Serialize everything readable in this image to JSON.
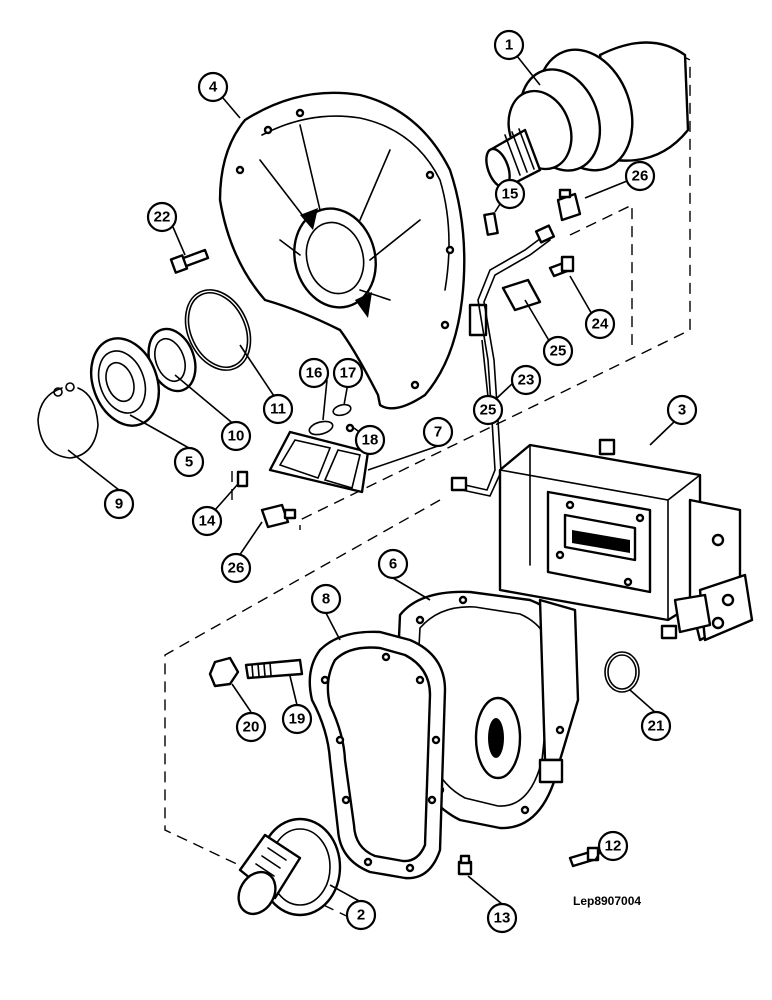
{
  "diagram": {
    "reference_code": "Lep8907004",
    "callouts": [
      "1",
      "2",
      "3",
      "4",
      "5",
      "6",
      "7",
      "8",
      "9",
      "10",
      "11",
      "12",
      "13",
      "14",
      "15",
      "16",
      "17",
      "18",
      "19",
      "20",
      "21",
      "22",
      "23",
      "24",
      "25",
      "25",
      "26",
      "26"
    ]
  },
  "colors": {
    "ink": "#000000",
    "paper": "#ffffff"
  }
}
